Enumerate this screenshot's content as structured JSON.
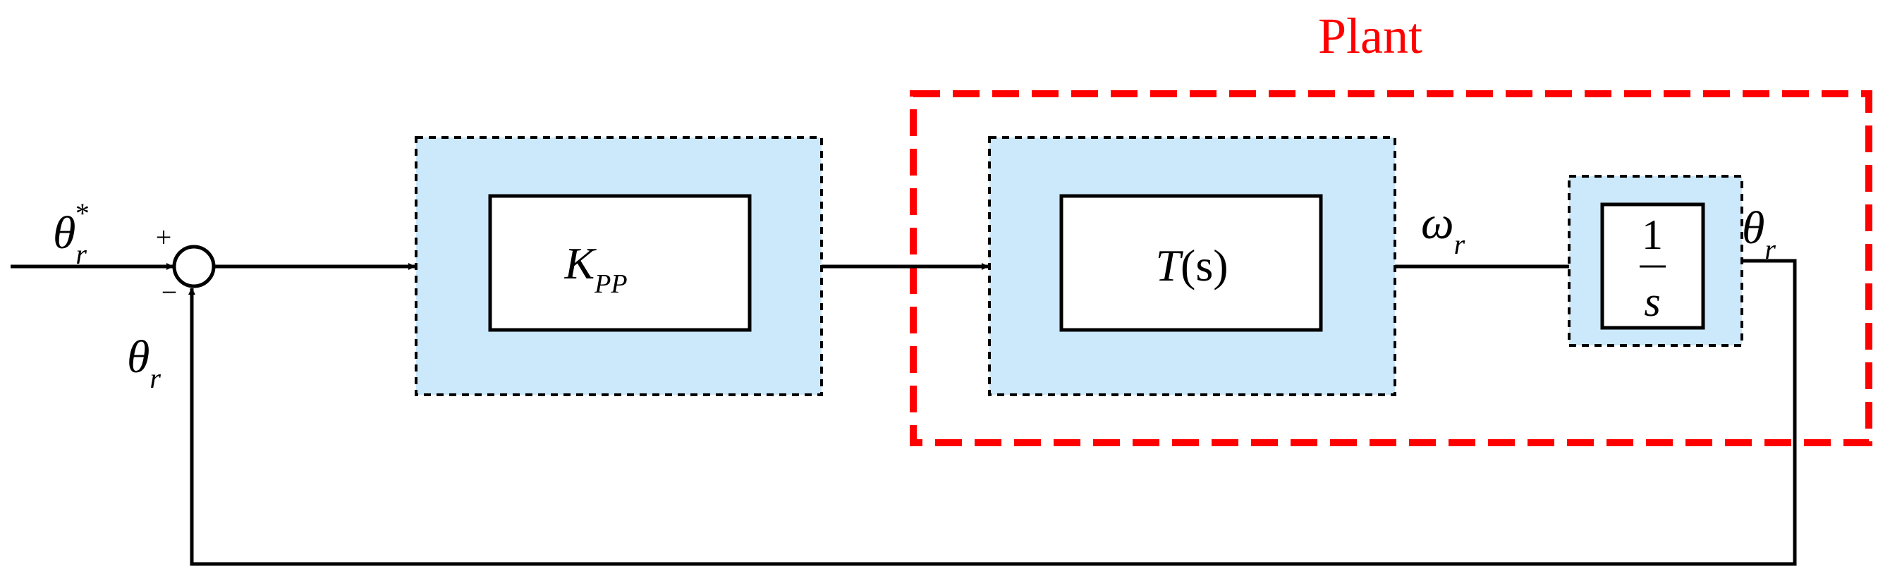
{
  "colors": {
    "block_fill": "#cce8fb",
    "plant_border": "#ff0000",
    "line": "#000000"
  },
  "plant": {
    "label": "Plant"
  },
  "input": {
    "symbol": "θ",
    "sub": "r",
    "sup": "*",
    "plus": "+",
    "minus": "−"
  },
  "feedback": {
    "symbol": "θ",
    "sub": "r"
  },
  "controller": {
    "symbol": "K",
    "sub": "PP"
  },
  "transfer": {
    "symbol": "T",
    "arg": "(s)"
  },
  "omega": {
    "symbol": "ω",
    "sub": "r"
  },
  "integrator": {
    "numerator": "1",
    "denominator": "s"
  },
  "output": {
    "symbol": "θ",
    "sub": "r"
  }
}
